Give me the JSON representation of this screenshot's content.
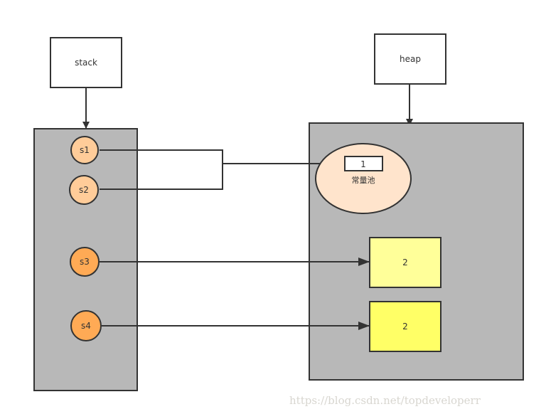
{
  "diagram": {
    "title_boxes": {
      "stack": "stack",
      "heap": "heap"
    },
    "stack_vars": [
      {
        "id": "s1",
        "label": "s1",
        "color": "#ffcc99"
      },
      {
        "id": "s2",
        "label": "s2",
        "color": "#ffcc99"
      },
      {
        "id": "s3",
        "label": "s3",
        "color": "#ffaa55"
      },
      {
        "id": "s4",
        "label": "s4",
        "color": "#ffaa55"
      }
    ],
    "constant_pool": {
      "label": "常量池",
      "value": "1",
      "color": "#ffe4cc"
    },
    "heap_objects": [
      {
        "id": "obj1",
        "value": "2",
        "color": "#ffff99"
      },
      {
        "id": "obj2",
        "value": "2",
        "color": "#ffff66"
      }
    ],
    "edges": [
      {
        "from": "s1",
        "to": "constant_pool"
      },
      {
        "from": "s2",
        "to": "constant_pool"
      },
      {
        "from": "s3",
        "to": "obj1"
      },
      {
        "from": "s4",
        "to": "obj2"
      }
    ],
    "colors": {
      "region_fill": "#b8b8b8",
      "stroke": "#333333"
    }
  },
  "watermark": "https://blog.csdn.net/topdeveloperr"
}
